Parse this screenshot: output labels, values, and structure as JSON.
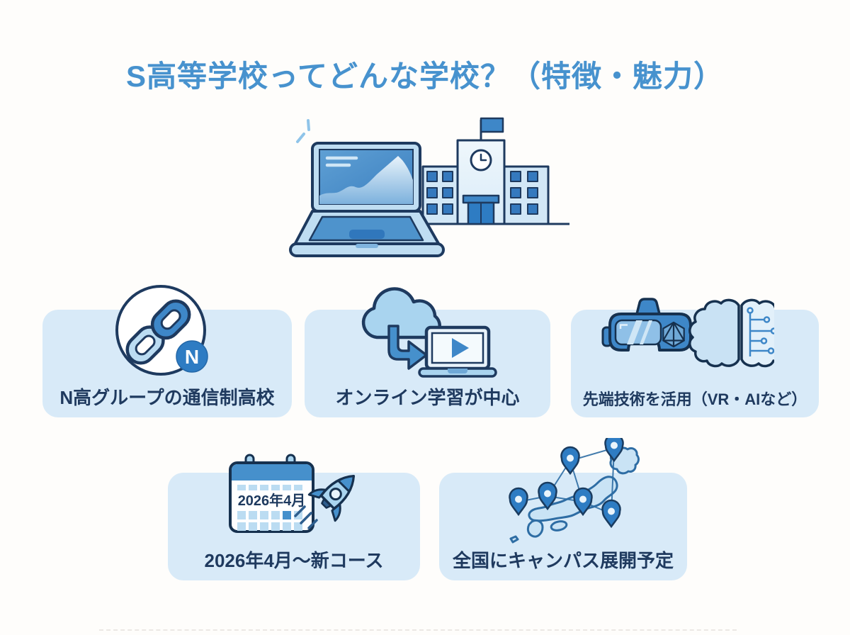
{
  "title": "S高等学校ってどんな学校？（特徴・魅力）",
  "hero": {
    "icon": "laptop-chart-and-school-building-illustration"
  },
  "cards": [
    {
      "icon": "chain-link-with-n-badge-icon",
      "badge": "N",
      "label": "N高グループの通信制高校"
    },
    {
      "icon": "cloud-to-video-laptop-icon",
      "label": "オンライン学習が中心"
    },
    {
      "icon": "vr-headset-and-ai-brain-icon",
      "label": "先端技術を活用（VR・AIなど）"
    },
    {
      "icon": "calendar-rocket-icon",
      "calendar_text": "2026年4月",
      "label": "2026年4月〜新コース"
    },
    {
      "icon": "japan-map-campus-pins-icon",
      "label": "全国にキャンパス展開予定"
    }
  ],
  "colors": {
    "background": "#FEFDFB",
    "title_blue": "#4792CE",
    "card_background": "#D8EAF8",
    "label_navy": "#1F3A5F",
    "outline_navy": "#1E3A5F",
    "medium_blue": "#3E87C8",
    "light_blue": "#BBDCF2",
    "badge_blue": "#2E7CC3"
  }
}
